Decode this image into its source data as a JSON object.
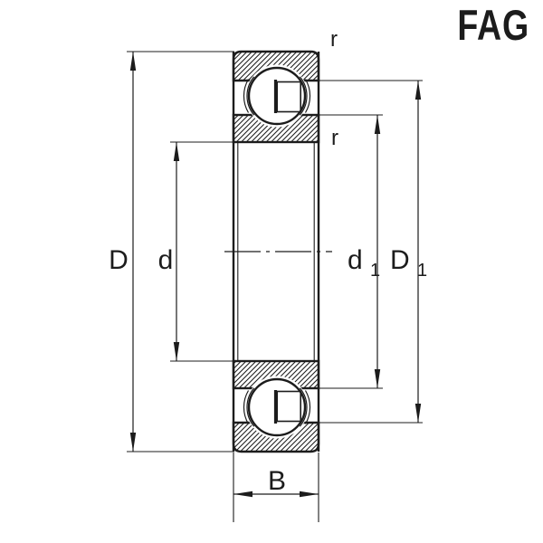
{
  "brand": {
    "text": "FAG",
    "color": "#d6263a"
  },
  "dimensions": {
    "outer_diameter_label": "D",
    "bore_diameter_label": "d",
    "inner_shoulder_label_base": "d",
    "inner_shoulder_label_sub": "1",
    "outer_shoulder_label_base": "D",
    "outer_shoulder_label_sub": "1",
    "width_label": "B",
    "chamfer_radius_label_top": "r",
    "chamfer_radius_label_bottom": "r"
  },
  "colors": {
    "line": "#1c1c1c",
    "background": "#ffffff",
    "brand_red": "#d6263a"
  }
}
